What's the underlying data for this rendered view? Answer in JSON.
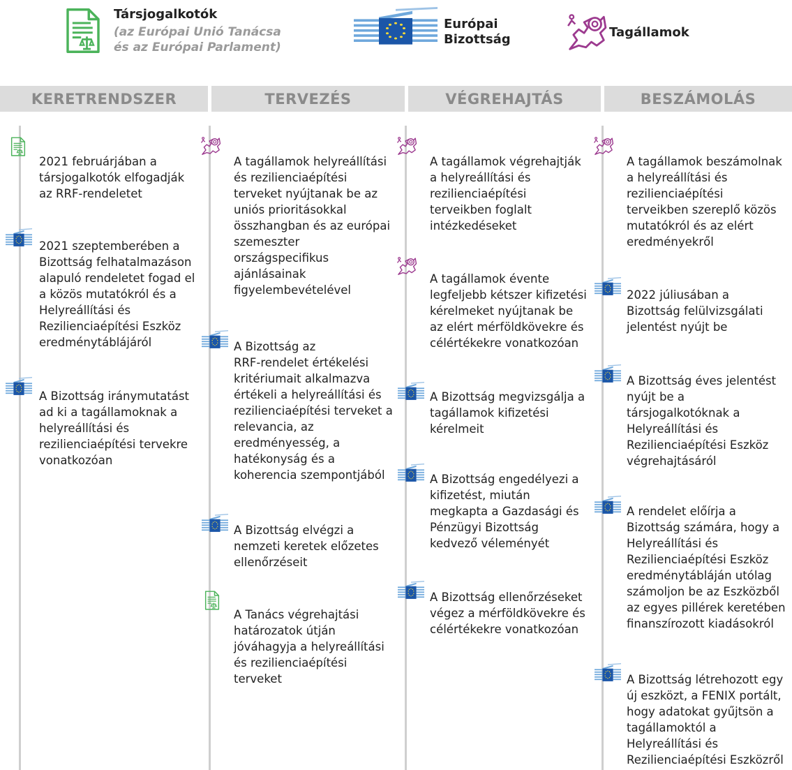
{
  "legend": {
    "co_legislators_title": "Társjogalkotók",
    "co_legislators_sub": "(az Európai Unió Tanácsa\nés az Európai Parlament)",
    "commission_title": "Európai\nBizottság",
    "member_states_title": "Tagállamok"
  },
  "columns": [
    {
      "header": "KERETRENDSZER",
      "items": [
        {
          "actor": "co-legislators",
          "text": "2021 februárjában a\ntársjogalkotók elfogadják\naz RRF-rendeletet"
        },
        {
          "actor": "commission",
          "text": "2021 szeptemberében a\nBizottság felhatalmazáson\nalapuló rendeletet fogad el\na közös mutatókról és a\nHelyreállítási és\nRezilienciaépítési Eszköz\neredménytáblájáról"
        },
        {
          "actor": "commission",
          "text": "A Bizottság iránymutatást\nad ki a tagállamoknak a\nhelyreállítási és\nrezilienciaépítési tervekre\nvonatkozóan"
        }
      ]
    },
    {
      "header": "TERVEZÉS",
      "items": [
        {
          "actor": "member-states",
          "text": "A tagállamok helyreállítási\nés rezilienciaépítési\nterveket nyújtanak be az\nuniós prioritásokkal\nösszhangban és az európai\nszemeszter\nországspecifikus\najánlásainak\nfigyelembevételével"
        },
        {
          "actor": "commission",
          "text": "A Bizottság az\nRRF-rendelet értékelési\nkritériumait alkalmazva\nértékeli a helyreállítási és\nrezilienciaépítési terveket a\nrelevancia, az\neredményesség, a\nhatékonyság és a\nkoherencia szempontjából"
        },
        {
          "actor": "commission",
          "text": "A Bizottság elvégzi a\nnemzeti keretek előzetes\nellenőrzéseit"
        },
        {
          "actor": "co-legislators",
          "text": "A Tanács végrehajtási\nhatározatok útján\njóváhagyja a helyreállítási\nés rezilienciaépítési\nterveket"
        }
      ]
    },
    {
      "header": "VÉGREHAJTÁS",
      "items": [
        {
          "actor": "member-states",
          "text": "A tagállamok végrehajtják\na helyreállítási és\nrezilienciaépítési\nterveikben foglalt\nintézkedéseket"
        },
        {
          "actor": "member-states",
          "text": "A tagállamok évente\nlegfeljebb kétszer kifizetési\nkérelmeket nyújtanak be\naz elért mérföldkövekre és\ncélértékekre vonatkozóan"
        },
        {
          "actor": "commission",
          "text": "A Bizottság megvizsgálja a\ntagállamok kifizetési\nkérelmeit"
        },
        {
          "actor": "commission",
          "text": "A Bizottság engedélyezi a\nkifizetést, miután\nmegkapta a Gazdasági és\nPénzügyi Bizottság\nkedvező véleményét"
        },
        {
          "actor": "commission",
          "text": "A Bizottság ellenőrzéseket\nvégez a mérföldkövekre és\ncélértékekre vonatkozóan"
        }
      ]
    },
    {
      "header": "BESZÁMOLÁS",
      "items": [
        {
          "actor": "member-states",
          "text": "A tagállamok beszámolnak\na helyreállítási és\nrezilienciaépítési\nterveikben szereplő közös\nmutatókról és az elért\neredményekről"
        },
        {
          "actor": "commission",
          "text": "2022 júliusában a\nBizottság felülvizsgálati\njelentést nyújt be"
        },
        {
          "actor": "commission",
          "text": "A Bizottság éves jelentést\nnyújt be a\ntársjogalkotóknak a\nHelyreállítási és\nRezilienciaépítési Eszköz\nvégrehajtásáról"
        },
        {
          "actor": "commission",
          "text": "A rendelet előírja a\nBizottság számára, hogy a\nHelyreállítási és\nRezilienciaépítési Eszköz\neredménytábláján utólag\nszámoljon be az Eszközből\naz egyes pillérek keretében\nfinanszírozott kiadásokról"
        },
        {
          "actor": "commission",
          "text": "A Bizottság létrehozott egy\núj eszközt, a FENIX portált,\nhogy adatokat gyűjtsön a\ntagállamoktól a\nHelyreállítási és\nRezilienciaépítési Eszközről"
        }
      ]
    }
  ],
  "colors": {
    "co_legislators_green": "#4bb35a",
    "commission_blue": "#1b56a8",
    "commission_light": "#6fa8dc",
    "member_states_purple": "#9c3a8f",
    "header_bg": "#dcdcdc",
    "header_text": "#8a8a8a",
    "timeline": "#cfcfcf"
  }
}
